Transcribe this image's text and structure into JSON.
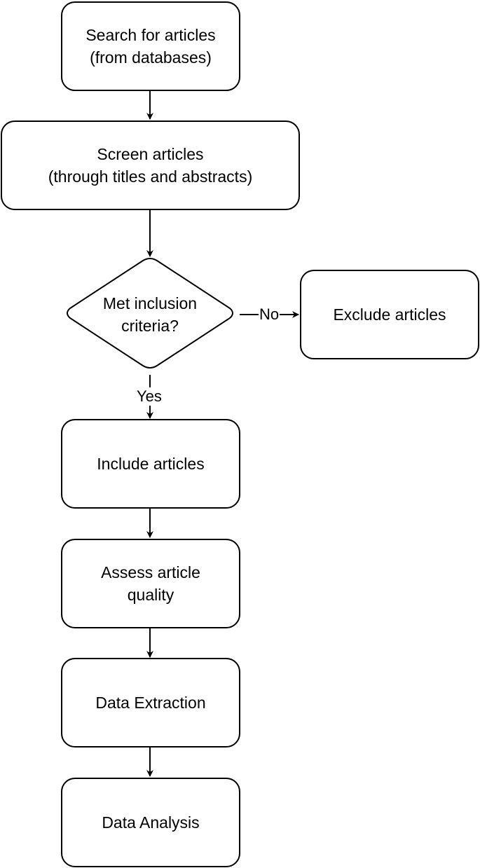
{
  "nodes": {
    "search": {
      "line1": "Search for articles",
      "line2": "(from databases)"
    },
    "screen": {
      "line1": "Screen articles",
      "line2": "(through titles and abstracts)"
    },
    "decision": {
      "line1": "Met inclusion",
      "line2": "criteria?"
    },
    "exclude": {
      "text": "Exclude articles"
    },
    "include": {
      "text": "Include articles"
    },
    "assess": {
      "line1": "Assess article",
      "line2": "quality"
    },
    "extraction": {
      "text": "Data Extraction"
    },
    "analysis": {
      "text": "Data Analysis"
    }
  },
  "edges": {
    "no_label": "No",
    "yes_label": "Yes"
  }
}
